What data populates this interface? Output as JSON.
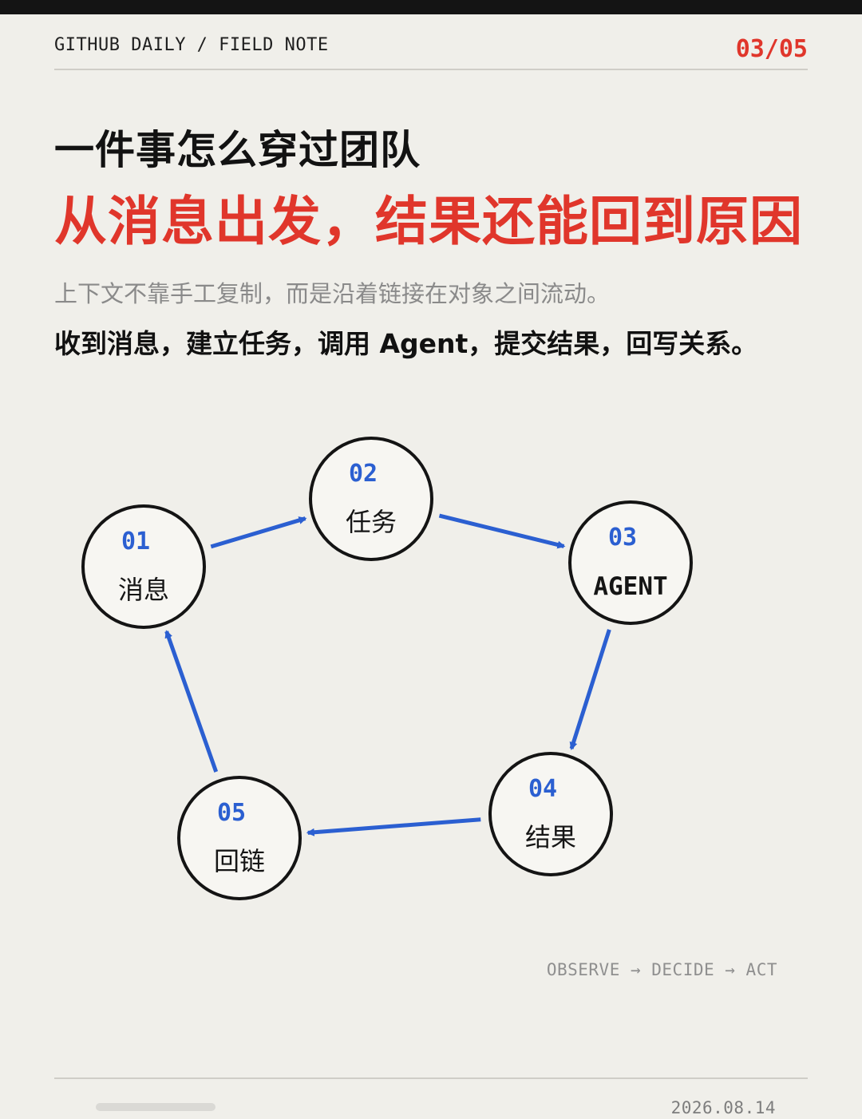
{
  "header": {
    "kicker": "GITHUB DAILY / FIELD NOTE",
    "page_indicator": "03/05"
  },
  "title": "一件事怎么穿过团队",
  "headline": "从消息出发，结果还能回到原因",
  "subtitle": "上下文不靠手工复制，而是沿着链接在对象之间流动。",
  "steps_line": "收到消息，建立任务，调用 Agent，提交结果，回写关系。",
  "diagram": {
    "nodes": [
      {
        "id": "01",
        "label": "消息"
      },
      {
        "id": "02",
        "label": "任务"
      },
      {
        "id": "03",
        "label": "AGENT"
      },
      {
        "id": "04",
        "label": "结果"
      },
      {
        "id": "05",
        "label": "回链"
      }
    ],
    "edges": [
      {
        "from": "01",
        "to": "02"
      },
      {
        "from": "02",
        "to": "03"
      },
      {
        "from": "03",
        "to": "04"
      },
      {
        "from": "04",
        "to": "05"
      },
      {
        "from": "05",
        "to": "01"
      }
    ],
    "colors": {
      "arrow": "#2b5fd1",
      "node_fill": "#f7f6f2",
      "node_stroke": "#141414",
      "number": "#2b5fd1"
    }
  },
  "flow_caption": "OBSERVE → DECIDE → ACT",
  "footer": {
    "date": "2026.08.14"
  },
  "colors": {
    "accent": "#e0362b",
    "background": "#f0efea"
  }
}
